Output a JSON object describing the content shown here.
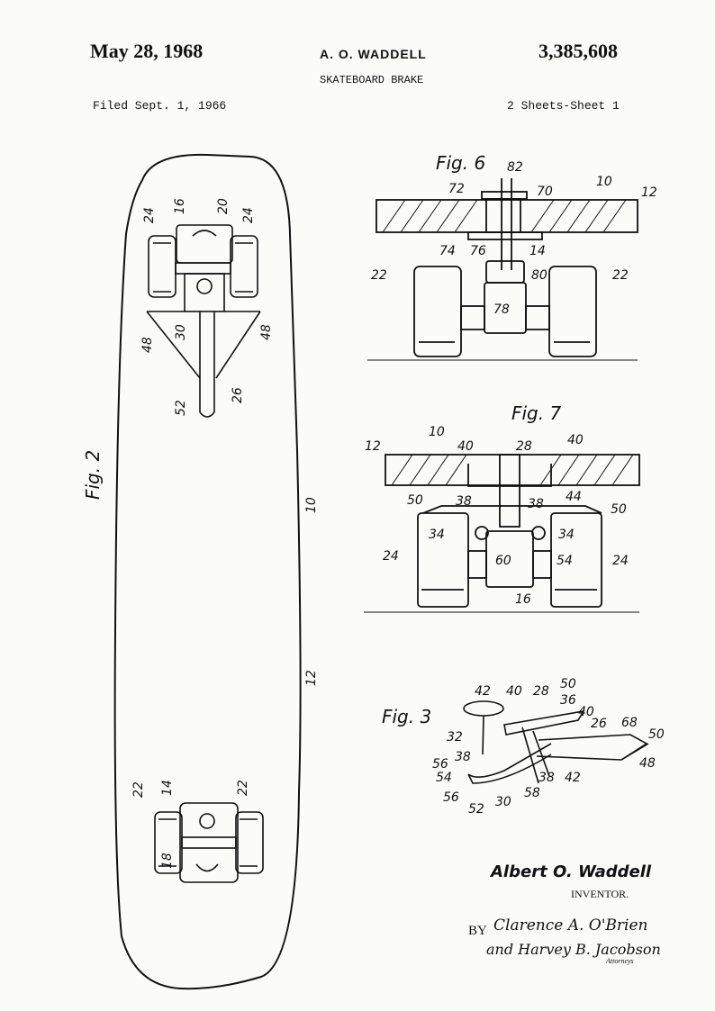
{
  "header": {
    "date": "May 28, 1968",
    "inventor": "A. O. WADDELL",
    "patent_number": "3,385,608",
    "title": "SKATEBOARD BRAKE",
    "filed": "Filed Sept. 1, 1966",
    "sheets": "2 Sheets-Sheet 1"
  },
  "figures": {
    "fig2": "Fig. 2",
    "fig6": "Fig. 6",
    "fig7": "Fig. 7",
    "fig3": "Fig. 3"
  },
  "fig2_labels": [
    "24",
    "16",
    "20",
    "24",
    "48",
    "30",
    "48",
    "52",
    "26",
    "10",
    "12",
    "22",
    "14",
    "22",
    "18"
  ],
  "fig6_labels": [
    "82",
    "72",
    "70",
    "10",
    "12",
    "74",
    "76",
    "14",
    "22",
    "80",
    "22",
    "78"
  ],
  "fig7_labels": [
    "10",
    "12",
    "40",
    "28",
    "40",
    "38",
    "38",
    "44",
    "50",
    "50",
    "34",
    "34",
    "24",
    "60",
    "54",
    "24",
    "16"
  ],
  "fig3_labels": [
    "42",
    "40",
    "28",
    "50",
    "36",
    "40",
    "26",
    "68",
    "50",
    "32",
    "38",
    "56",
    "54",
    "56",
    "52",
    "30",
    "58",
    "38",
    "42",
    "48"
  ],
  "signature": {
    "inventor_name": "Albert O. Waddell",
    "inventor_role": "INVENTOR.",
    "by": "BY",
    "attorney_line1": "Clarence A. O'Brien",
    "attorney_line2": "and Harvey B. Jacobson",
    "attorneys_label": "Attorneys"
  }
}
